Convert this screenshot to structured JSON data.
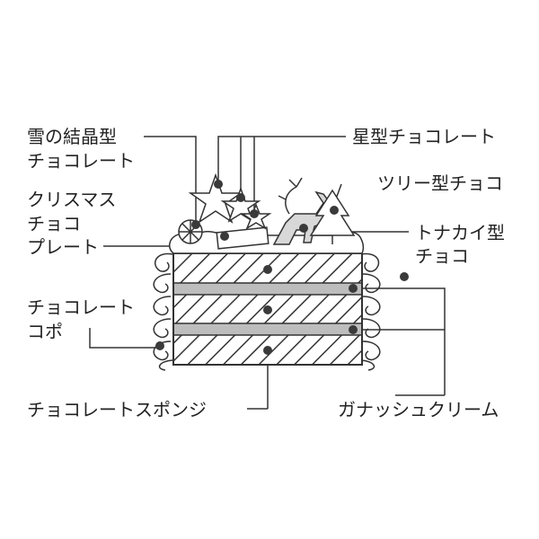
{
  "labels": {
    "snowflake_line1": "雪の結晶型",
    "snowflake_line2": "チョコレート",
    "star_chocolate": "星型チョコレート",
    "tree_chocolate": "ツリー型チョコ",
    "plate_line1": "クリスマス",
    "plate_line2": "チョコ",
    "plate_line3": "プレート",
    "reindeer_line1": "トナカイ型",
    "reindeer_line2": "チョコ",
    "copo_line1": "チョコレート",
    "copo_line2": "コポ",
    "sponge": "チョコレートスポンジ",
    "ganache": "ガナッシュクリーム"
  },
  "colors": {
    "line": "#333333",
    "dot": "#3a3a3a",
    "cream_band": "#bdbdbd",
    "text": "#222222"
  }
}
